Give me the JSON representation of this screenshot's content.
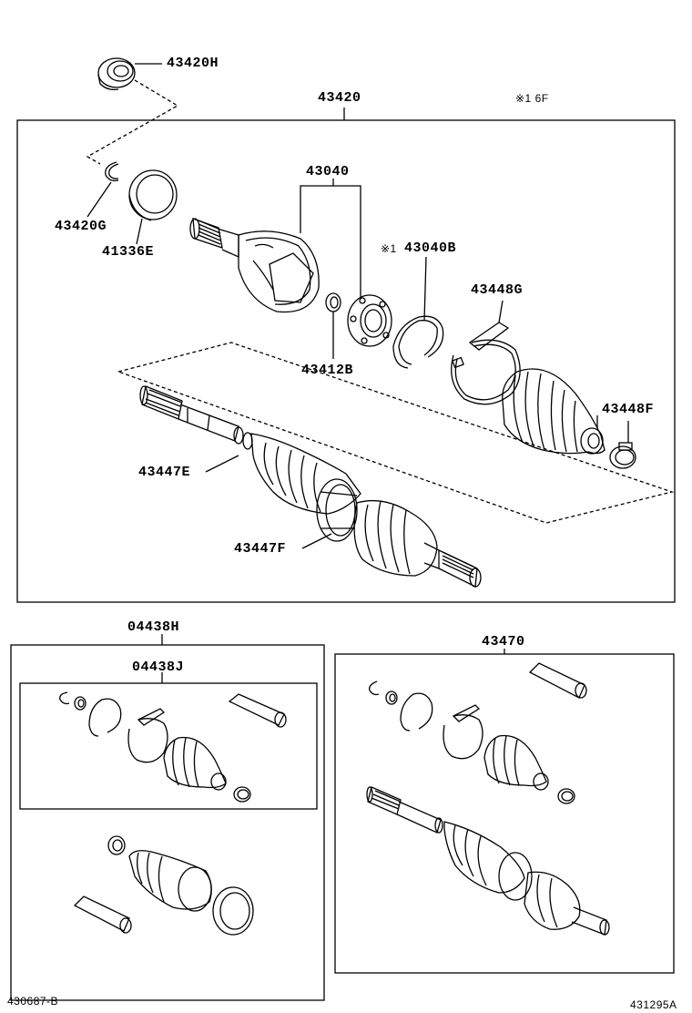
{
  "labels": {
    "top_seal": "43420H",
    "main_assembly": "43420",
    "note_code": "※1 6F",
    "snap_ring_g": "43420G",
    "seal_e": "41336E",
    "outboard_joint": "43040",
    "note_mark": "※1",
    "joint_b": "43040B",
    "band_g": "43448G",
    "inner_race": "43412B",
    "clamp_f": "43448F",
    "shaft_e": "43447E",
    "boot_f": "43447F",
    "boot_kit_h": "04438H",
    "boot_kit_j": "04438J",
    "joint_kit": "43470",
    "footer_left": "430687-B",
    "footer_right": "431295A"
  },
  "icons": [
    "seal-ring-icon",
    "snap-ring-icon",
    "cv-joint-icon",
    "boot-icon",
    "shaft-icon",
    "clamp-band-icon",
    "grease-tube-icon"
  ]
}
